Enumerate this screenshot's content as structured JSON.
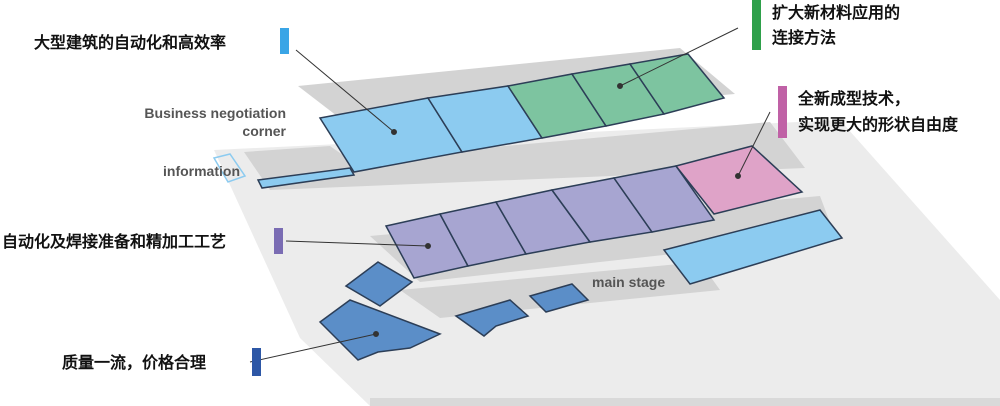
{
  "callouts": {
    "large_buildings": "大型建筑的自动化和高效率",
    "new_materials_line1": "扩大新材料应用的",
    "new_materials_line2": "连接方法",
    "new_forming_line1": "全新成型技术，",
    "new_forming_line2": "实现更大的形状自由度",
    "automation_welding": "自动化及焊接准备和精加工工艺",
    "quality_price": "质量一流，价格合理"
  },
  "areas": {
    "business_line1": "Business negotiation",
    "business_line2": "corner",
    "information": "information",
    "main_stage": "main stage"
  },
  "colors": {
    "light_blue": "#8ccbf0",
    "green": "#7dc4a0",
    "pink": "#dfa3c8",
    "lavender": "#a7a5d1",
    "steel_blue": "#5b8ec8",
    "swatch_blue": "#3aa5e6",
    "swatch_green": "#2ea04a",
    "swatch_pink": "#c061a6",
    "swatch_purple": "#7a6cb3",
    "swatch_navy": "#2d57a6"
  }
}
